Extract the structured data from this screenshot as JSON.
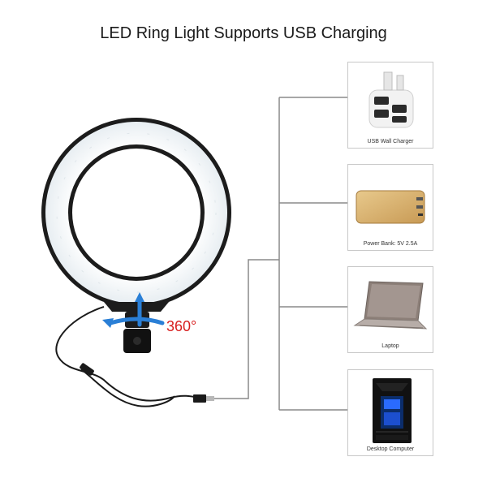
{
  "title": "LED Ring Light Supports USB Charging",
  "rotation_label": "360°",
  "devices": [
    {
      "caption": "USB Wall Charger",
      "icon": "usb-wall-charger-icon"
    },
    {
      "caption": "Power Bank: 5V 2.5A",
      "icon": "power-bank-icon"
    },
    {
      "caption": "Laptop",
      "icon": "laptop-icon"
    },
    {
      "caption": "Desktop Computer",
      "icon": "desktop-computer-icon"
    }
  ],
  "colors": {
    "accent_red": "#d81e1e",
    "connector_line": "#8a8a8a",
    "ring_light": "#f4f8fb",
    "rotation_arrow": "#2a7fd6"
  }
}
